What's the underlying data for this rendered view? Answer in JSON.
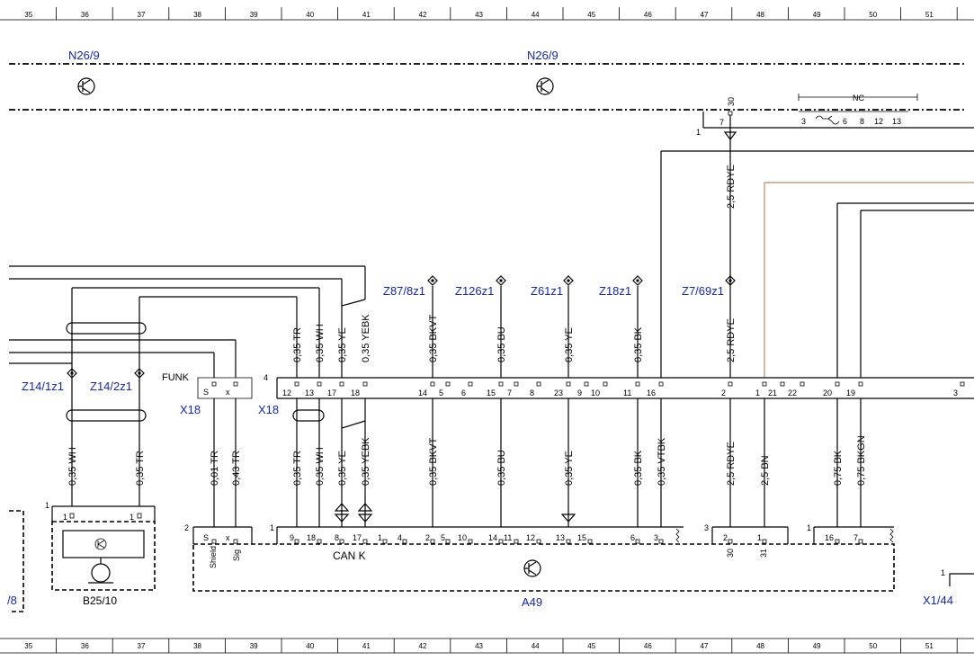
{
  "grid_numbers": [
    "35",
    "36",
    "37",
    "38",
    "39",
    "40",
    "41",
    "42",
    "43",
    "44",
    "45",
    "46",
    "47",
    "48",
    "49",
    "50",
    "51"
  ],
  "components": {
    "n26_9_left": "N26/9",
    "n26_9_right": "N26/9",
    "z14_1z1": "Z14/1z1",
    "z14_2z1": "Z14/2z1",
    "x18_left": "X18",
    "x18_right": "X18",
    "z87_8z1": "Z87/8z1",
    "z126z1": "Z126z1",
    "z61z1": "Z61z1",
    "z18z1": "Z18z1",
    "z7_69z1": "Z7/69z1",
    "b25_10": "B25/10",
    "a49": "A49",
    "x1_44": "X1/44",
    "edge_8": "/8"
  },
  "labels": {
    "funk": "FUNK",
    "can_k": "CAN K",
    "nc": "NC",
    "shield": "Shield",
    "sig": "Sig",
    "s": "S",
    "x": "x"
  },
  "top_connector_pins": [
    "3",
    "6",
    "8",
    "12",
    "13"
  ],
  "wires_upper": [
    "0,35 TR",
    "0,35 WH",
    "0,35 YE",
    "0,35 YEBK",
    "0,35 BKVT",
    "0,35 BU",
    "0,35 YE",
    "0,35 BK",
    "2,5 RDYE",
    "2,5 RDYE"
  ],
  "wires_lower": [
    "0,35 WH",
    "0,35 TR",
    "0,01 TR",
    "0,43 TR",
    "0,35 TR",
    "0,35 WH",
    "0,35 YE",
    "0,35 YEBK",
    "0,35 BKVT",
    "0,35 BU",
    "0,35 YE",
    "0,35 BK",
    "0,35 VTBK",
    "2,5 RDYE",
    "2,5 BN",
    "0,75 BK",
    "0,75 BKGN"
  ],
  "x18_pins": [
    "12",
    "13",
    "17",
    "18",
    "14",
    "5",
    "6",
    "15",
    "7",
    "8",
    "23",
    "9",
    "10",
    "11",
    "16",
    "2",
    "1",
    "21",
    "22",
    "20",
    "19",
    "3"
  ],
  "a49_pins": [
    "9",
    "18",
    "8",
    "17",
    "1",
    "4",
    "2",
    "5",
    "10",
    "14",
    "11",
    "12",
    "13",
    "15",
    "6",
    "3",
    "2",
    "1",
    "16",
    "7"
  ],
  "small_numbers": [
    "1",
    "1",
    "2",
    "1",
    "3",
    "1",
    "4",
    "7",
    "30",
    "1",
    "2",
    "1",
    "30",
    "31"
  ]
}
